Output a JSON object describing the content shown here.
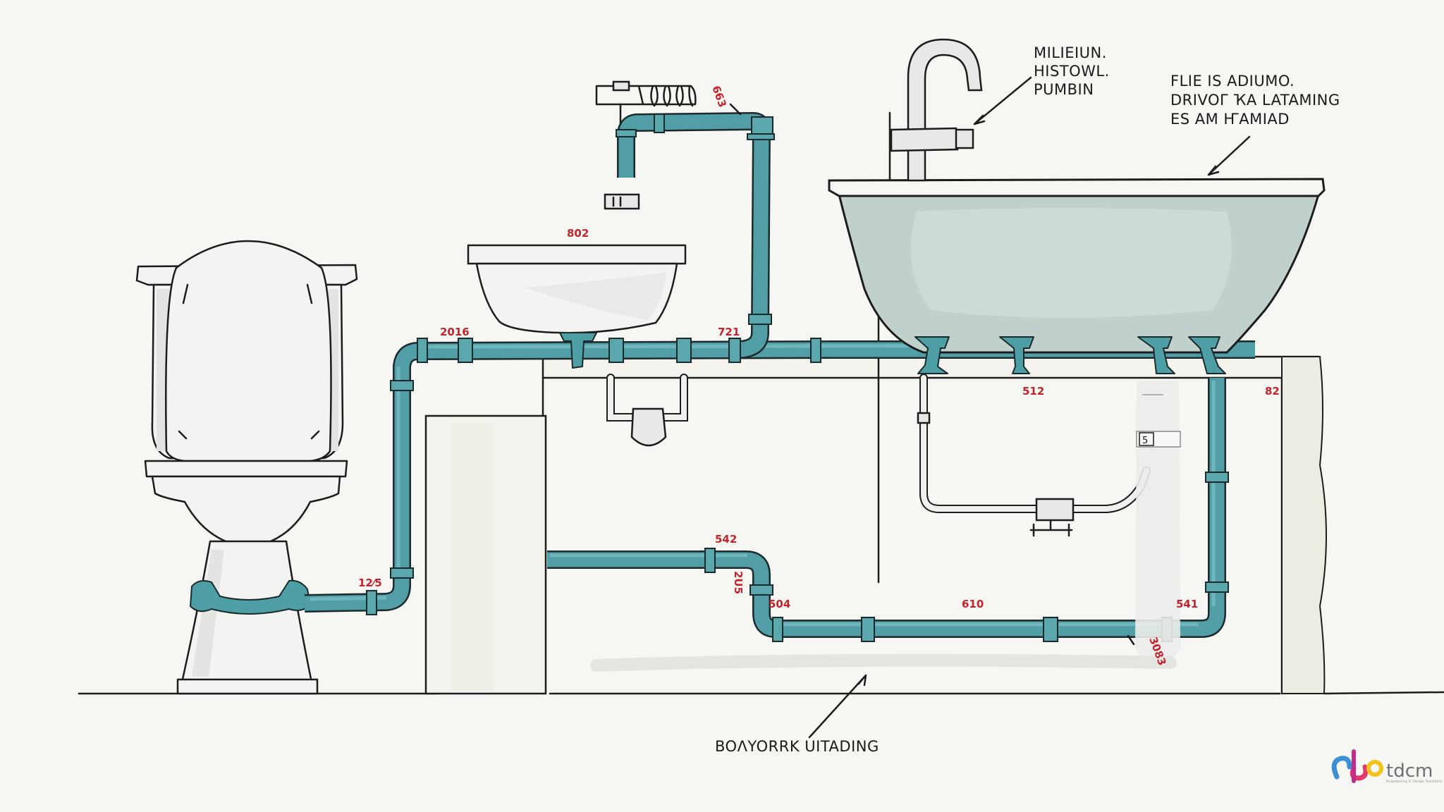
{
  "diagram": {
    "title": "Bathroom plumbing layout sketch",
    "fixtures": [
      {
        "id": "toilet",
        "label": "Toilet"
      },
      {
        "id": "sink",
        "label": "Wash basin"
      },
      {
        "id": "bathtub",
        "label": "Bathtub"
      },
      {
        "id": "faucet",
        "label": "Tub faucet"
      },
      {
        "id": "towel-rack",
        "label": "Towel rack"
      },
      {
        "id": "water-filter",
        "label": "Water filter canister"
      }
    ],
    "callouts": {
      "faucet": {
        "lines": [
          "MILIEIUN.",
          "HISTOWL.",
          "PUMBIN"
        ]
      },
      "tub_rim": {
        "lines": [
          "FLIE IS ADIUMO.",
          "DRIVOΓ ҠA LATAMING",
          "ES AM ҤAMIAD"
        ]
      },
      "floor": {
        "lines": [
          "BOΛYORRK UITADING"
        ]
      }
    },
    "dimension_labels": {
      "towel_rack_pipe": "663",
      "sink_top": "802",
      "sink_left_pipe": "2016",
      "sink_right_pipe": "721",
      "under_tub": "512",
      "wall_corner": "82",
      "toilet_outlet": "12⁄5",
      "lower_pipe_top": "542",
      "lower_pipe_riser": "2U5",
      "lower_pipe_left": "504",
      "lower_pipe_middle": "610",
      "lower_pipe_right": "541",
      "lower_pipe_diagonal": "3083",
      "filter_badge": "5"
    },
    "colors": {
      "pipe": "#519ea6",
      "pipe_outline": "#1c2a2c",
      "dimension_text": "#c4232b",
      "tub": "#bfd0cd",
      "background": "#f6f6f2"
    }
  },
  "logo": {
    "text": "tdcm",
    "tagline": "Engineering & Design Solutions"
  }
}
